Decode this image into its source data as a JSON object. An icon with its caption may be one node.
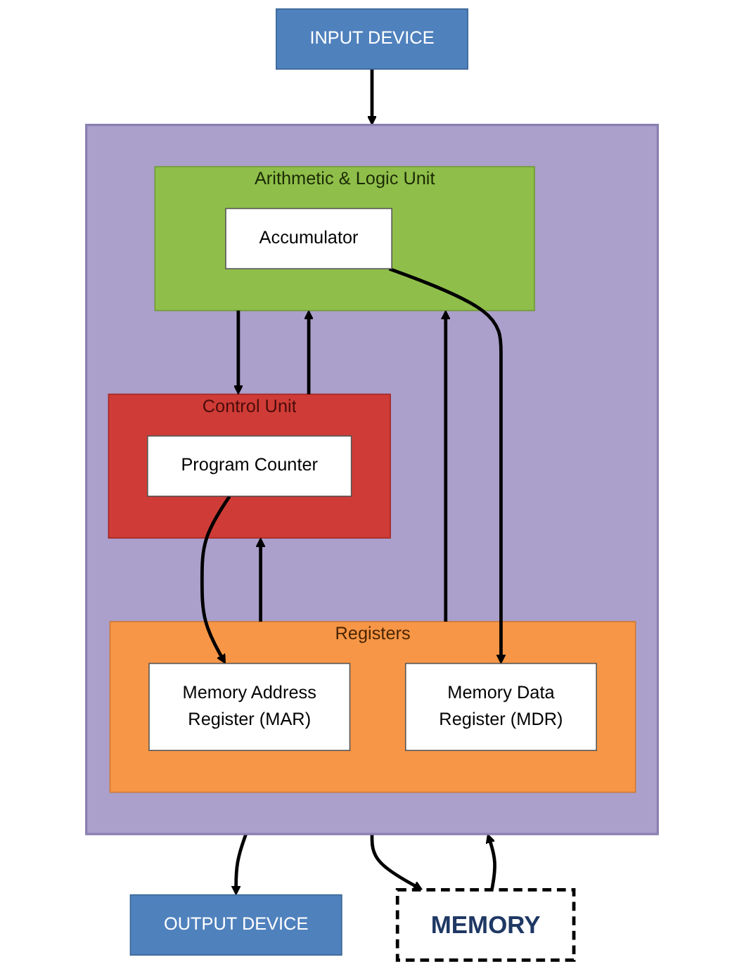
{
  "diagram": {
    "nodes": [
      {
        "text": [
          "OUTPUT DEVICE"
        ]
      },
      {
        "text": [],
        "shape": "box"
      },
      {
        "text": [
          "Control Unit"
        ],
        "in": 1
      },
      {
        "text": [
          "Program Counter"
        ],
        "in": 2
      },
      {
        "text": [
          "Registers"
        ],
        "in": 1
      },
      {
        "text": [
          "Memory Address Register (MAR)"
        ],
        "in": 4
      },
      {
        "text": [
          "Arithmetic & Logic Unit"
        ],
        "in": 1
      },
      {
        "text": [
          "Accumulator"
        ],
        "in": 6
      },
      {
        "text": [
          "Memory Data Register (MDR)"
        ],
        "in": 4
      },
      {
        "text": [
          "INPUT DEVICE"
        ]
      },
      {
        "text": [
          "MEMORY"
        ]
      }
    ],
    "edges": [
      {
        "from": 1,
        "to": 0,
        "arrow": "to"
      },
      {
        "from": 4,
        "to": 2,
        "arrow": "to"
      },
      {
        "from": 3,
        "to": 5,
        "arrow": "to"
      },
      {
        "from": 2,
        "to": 6,
        "arrow": "to"
      },
      {
        "from": 6,
        "to": 2,
        "arrow": "to"
      },
      {
        "from": 4,
        "to": 6,
        "arrow": "to"
      },
      {
        "from": 7,
        "to": 8,
        "arrow": "to"
      },
      {
        "from": 9,
        "to": 1,
        "arrow": "to"
      },
      {
        "from": 1,
        "to": 10,
        "arrow": "to"
      },
      {
        "from": 10,
        "to": 1,
        "arrow": "to"
      }
    ]
  }
}
